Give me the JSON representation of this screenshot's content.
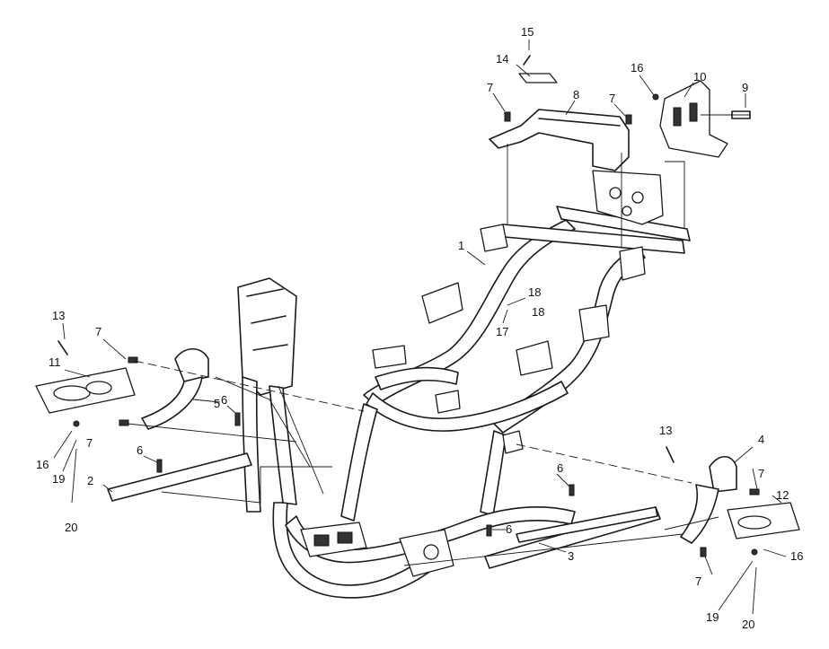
{
  "diagram": {
    "callouts": [
      {
        "id": "c15",
        "text": "15"
      },
      {
        "id": "c14",
        "text": "14"
      },
      {
        "id": "c7a",
        "text": "7"
      },
      {
        "id": "c8",
        "text": "8"
      },
      {
        "id": "c7b",
        "text": "7"
      },
      {
        "id": "c16a",
        "text": "16"
      },
      {
        "id": "c10",
        "text": "10"
      },
      {
        "id": "c9",
        "text": "9"
      },
      {
        "id": "c1",
        "text": "1"
      },
      {
        "id": "c18a",
        "text": "18"
      },
      {
        "id": "c18b",
        "text": "18"
      },
      {
        "id": "c17",
        "text": "17"
      },
      {
        "id": "c13a",
        "text": "13"
      },
      {
        "id": "c7c",
        "text": "7"
      },
      {
        "id": "c11",
        "text": "11"
      },
      {
        "id": "c5",
        "text": "5"
      },
      {
        "id": "c6a",
        "text": "6"
      },
      {
        "id": "c16b",
        "text": "16"
      },
      {
        "id": "c7d",
        "text": "7"
      },
      {
        "id": "c19a",
        "text": "19"
      },
      {
        "id": "c20a",
        "text": "20"
      },
      {
        "id": "c6b",
        "text": "6"
      },
      {
        "id": "c2",
        "text": "2"
      },
      {
        "id": "c13b",
        "text": "13"
      },
      {
        "id": "c4",
        "text": "4"
      },
      {
        "id": "c7e",
        "text": "7"
      },
      {
        "id": "c6c",
        "text": "6"
      },
      {
        "id": "c12",
        "text": "12"
      },
      {
        "id": "c6d",
        "text": "6"
      },
      {
        "id": "c3",
        "text": "3"
      },
      {
        "id": "c16c",
        "text": "16"
      },
      {
        "id": "c7f",
        "text": "7"
      },
      {
        "id": "c19b",
        "text": "19"
      },
      {
        "id": "c20b",
        "text": "20"
      }
    ]
  }
}
